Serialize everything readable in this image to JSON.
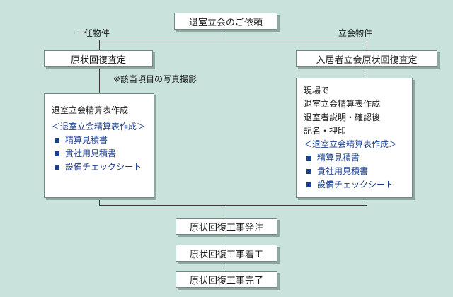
{
  "top_box": "退室立会のご依頼",
  "branch_left_label": "一任物件",
  "branch_right_label": "立会物件",
  "left_step": "原状回復査定",
  "right_step": "入居者立会原状回復査定",
  "photo_note": "※該当項目の写真撮影",
  "left_detail": {
    "lines": [
      "退室立会精算表作成"
    ],
    "section_title": "＜退室立会精算表作成＞",
    "items": [
      "精算見積書",
      "貴社用見積書",
      "設備チェックシート"
    ]
  },
  "right_detail": {
    "lines": [
      "現場で",
      "退室立会精算表作成",
      "退室者説明・確認後",
      "記名・押印"
    ],
    "section_title": "＜退室立会精算表作成＞",
    "items": [
      "精算見積書",
      "貴社用見積書",
      "設備チェックシート"
    ]
  },
  "steps_bottom": [
    "原状回復工事発注",
    "原状回復工事着工",
    "原状回復工事完了"
  ],
  "colors": {
    "background": "#c9e3dc",
    "accent": "#1d3f8f",
    "line": "#3a3a3a"
  }
}
